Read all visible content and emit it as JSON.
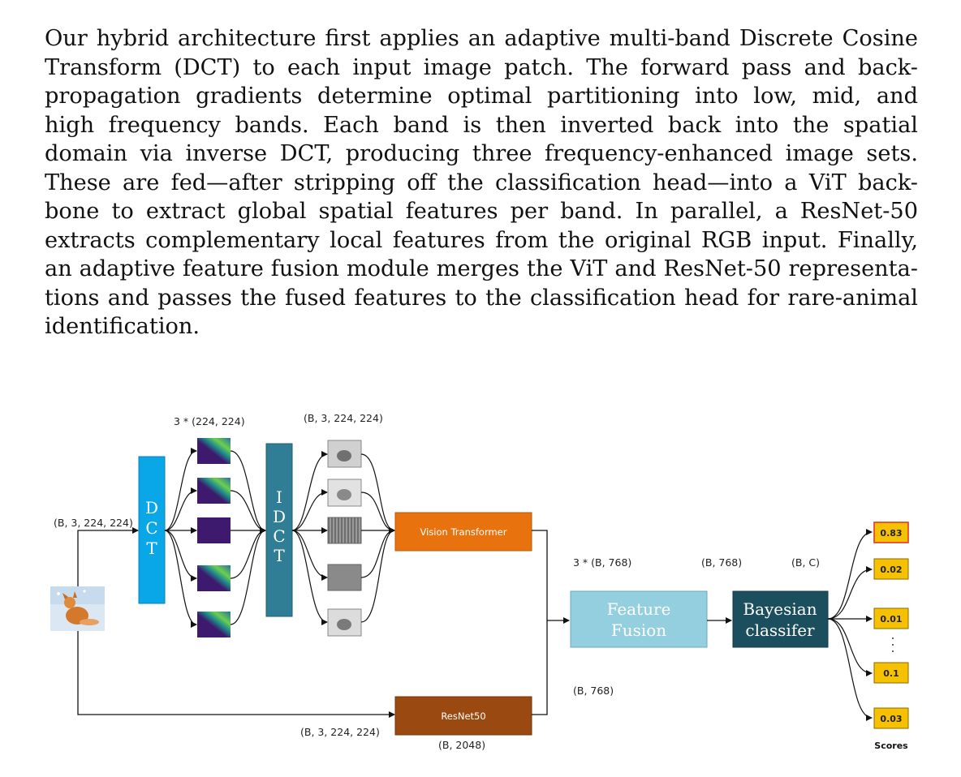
{
  "paragraph": {
    "lines": [
      "Our hybrid architecture first applies an adaptive multi-band Discrete Cosine",
      "Transform (DCT) to each input image patch. The forward pass and back-",
      "propagation gradients determine optimal partitioning into low, mid, and",
      "high frequency bands. Each band is then inverted back into the spatial",
      "domain via inverse DCT, producing three frequency-enhanced image sets.",
      "These are fed—after stripping off the classification head—into a ViT back-",
      "bone to extract global spatial features per band. In parallel, a ResNet-50",
      "extracts complementary local features from the original RGB input. Finally,",
      "an adaptive feature fusion module merges the ViT and ResNet-50 representa-",
      "tions and passes the fused features to the classification head for rare-animal",
      "identification."
    ]
  },
  "figure": {
    "input_shape_label": "(B, 3, 224, 224)",
    "dct_label": "DCT",
    "dct_output_label": "3 * (224, 224)",
    "idct_label": "IDCT",
    "idct_output_label": "(B, 3, 224, 224)",
    "vit_label": "Vision Transformer",
    "resnet_label": "ResNet50",
    "resnet_input_label": "(B, 3, 224, 224)",
    "resnet_output_label": "(B, 2048)",
    "vit_output_label": "3 * (B, 768)",
    "resnet_proj_label": "(B, 768)",
    "fusion_label_line1": "Feature",
    "fusion_label_line2": "Fusion",
    "fusion_output_label": "(B, 768)",
    "classifier_label_line1": "Bayesian",
    "classifier_label_line2": "classifer",
    "classifier_output_label": "(B, C)",
    "scores": [
      "0.83",
      "0.02",
      "0.01",
      "0.1",
      "0.03"
    ],
    "scores_caption": "Scores",
    "colors": {
      "dct": "#0aa7e8",
      "idct": "#2f7e96",
      "vit": "#e8720e",
      "resnet": "#9a4a10",
      "fusion": "#94cfe0",
      "classifier": "#1b4f5e",
      "score": "#f5c100",
      "score_highlight_border": "#e03a2a"
    }
  }
}
